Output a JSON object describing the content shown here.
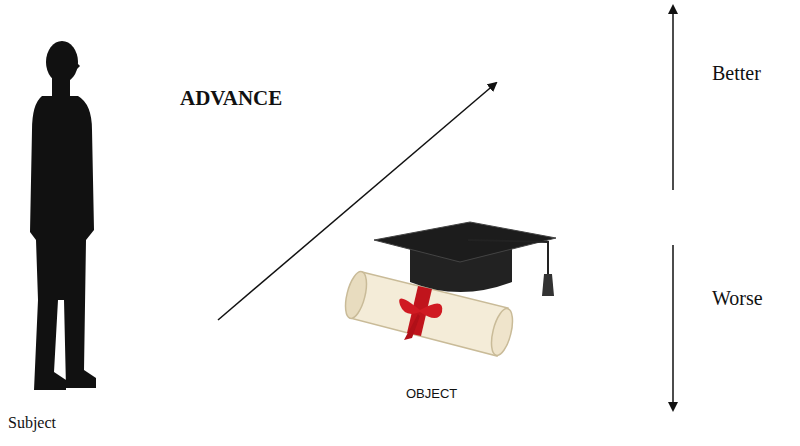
{
  "diagram": {
    "labels": [
      "ADVANCE",
      "Better",
      "Worse",
      "OBJECT",
      "Subject"
    ]
  }
}
